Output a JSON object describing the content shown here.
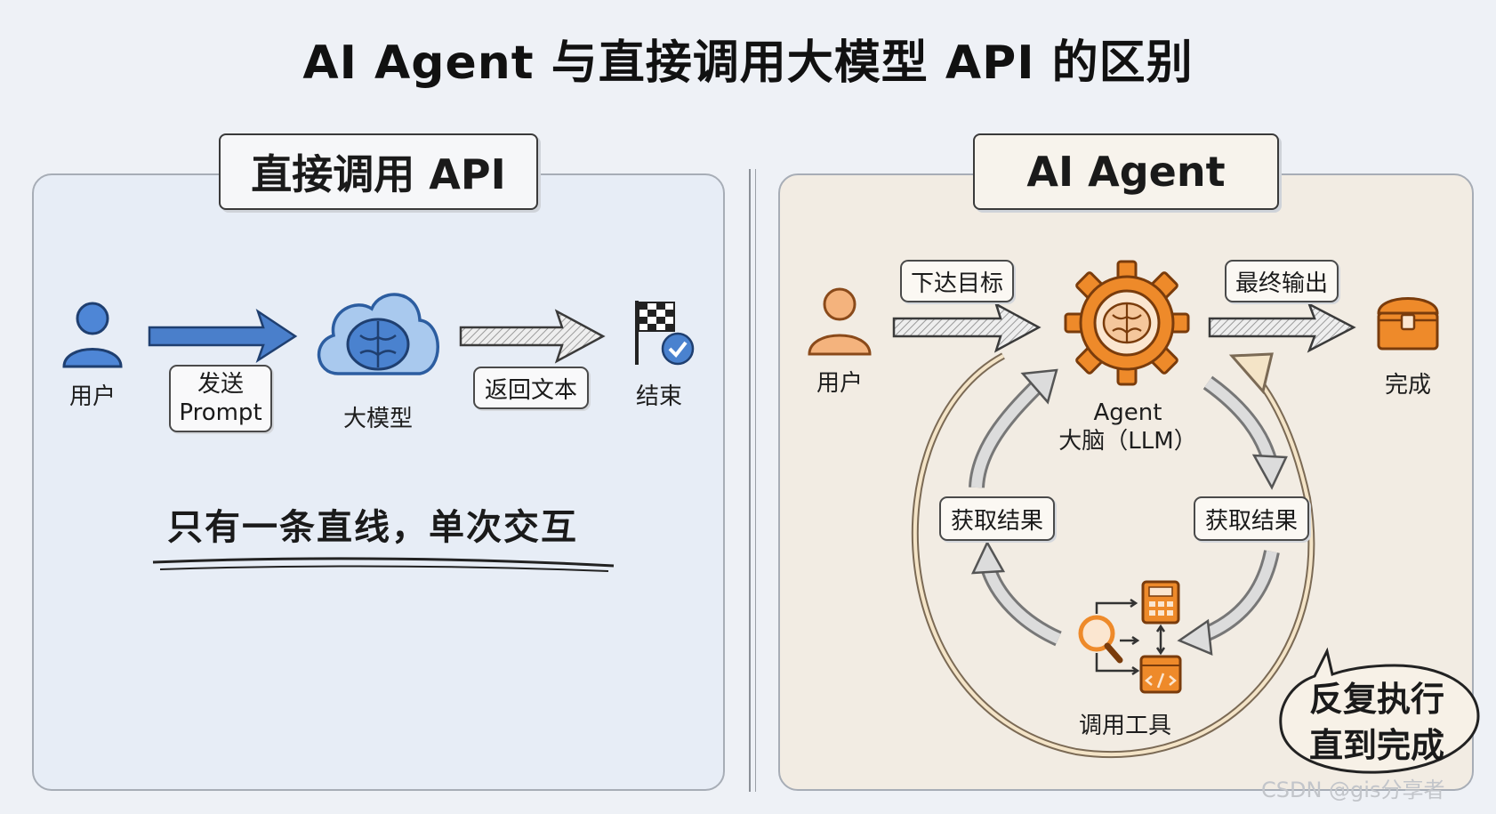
{
  "title": "AI Agent 与直接调用大模型 API 的区别",
  "left_panel": {
    "heading": "直接调用 API",
    "user_label": "用户",
    "send_chip_line1": "发送",
    "send_chip_line2": "Prompt",
    "model_label": "大模型",
    "return_chip": "返回文本",
    "end_label": "结束",
    "slogan": "只有一条直线，单次交互"
  },
  "right_panel": {
    "heading": "AI Agent",
    "user_label": "用户",
    "goal_chip": "下达目标",
    "output_chip": "最终输出",
    "done_label": "完成",
    "brain_label_line1": "Agent",
    "brain_label_line2": "大脑（LLM）",
    "result_chip_left": "获取结果",
    "result_chip_right": "获取结果",
    "tools_label": "调用工具",
    "loop_bubble_line1": "反复执行",
    "loop_bubble_line2": "直到完成"
  },
  "watermark": "CSDN @gis分享者",
  "colors": {
    "left_accent": "#3f78c6",
    "right_accent": "#ee8a2a",
    "left_panel_bg": "#e7edf6",
    "right_panel_bg": "#f2ece3"
  },
  "icons": [
    "user-icon",
    "cloud-brain-icon",
    "finish-flag-icon",
    "gear-brain-icon",
    "treasure-chest-icon",
    "search-icon",
    "calculator-icon",
    "code-window-icon"
  ]
}
